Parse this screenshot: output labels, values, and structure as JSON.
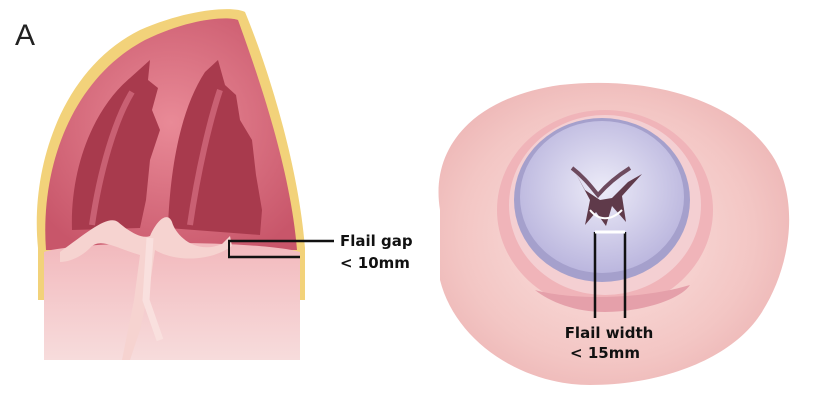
{
  "figure": {
    "panel_label": "A",
    "left_panel": {
      "callout_line1": "Flail gap",
      "callout_line2": "< 10mm"
    },
    "right_panel": {
      "callout_line1": "Flail width",
      "callout_line2": "< 15mm"
    }
  },
  "colors": {
    "background": "#ffffff",
    "myocardium": "#d96b7b",
    "cavity_dark": "#a83a4d",
    "epicardium_fat": "#f2d27a",
    "annulus_pink": "#f4c6c6",
    "valve_leaflet": "#c8c4e4",
    "annotation_line": "#111111"
  }
}
